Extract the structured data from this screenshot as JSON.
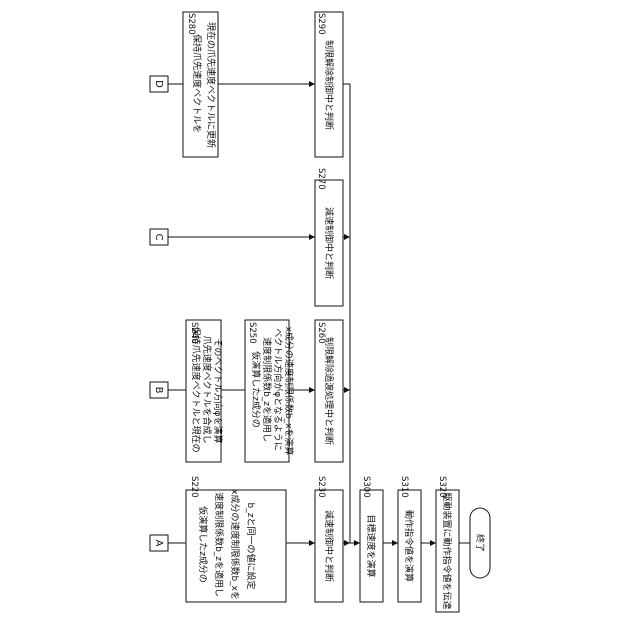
{
  "connectors": {
    "A": "A",
    "B": "B",
    "C": "C",
    "D": "D"
  },
  "steps": {
    "s220": {
      "label": "S220",
      "lines": [
        "仮演算したz成分の",
        "速度制限係数b_zを適用し",
        "x成分の速度制限係数b_xを",
        "b_zと同一の値に設定"
      ]
    },
    "s230": {
      "label": "S230",
      "lines": [
        "減速制御中と判断"
      ]
    },
    "s240": {
      "label": "S240",
      "lines": [
        "保持爪先速度ベクトルと現在の",
        "爪先速度ベクトルを合成し",
        "そのベクトル方向φを演算"
      ]
    },
    "s250": {
      "label": "S250",
      "lines": [
        "仮演算したz成分の",
        "速度制限係数b_zを適用し",
        "ベクトル方向がφとなるように",
        "x成分の速度制限係数b_xを演算"
      ]
    },
    "s260": {
      "label": "S260",
      "lines": [
        "制限解除過渡処理中と判断"
      ]
    },
    "s270": {
      "label": "S270",
      "lines": [
        "減速制御中と判断"
      ]
    },
    "s280": {
      "label": "S280",
      "lines": [
        "保持爪先速度ベクトルを",
        "現在の爪先速度ベクトルに更新"
      ]
    },
    "s290": {
      "label": "S290",
      "lines": [
        "制限解除制御中と判断"
      ]
    },
    "s300": {
      "label": "S300",
      "lines": [
        "目標速度を演算"
      ]
    },
    "s310": {
      "label": "S310",
      "lines": [
        "動作指令値を演算"
      ]
    },
    "s320": {
      "label": "S320",
      "lines": [
        "駆動装置に動作指令値を伝達"
      ]
    },
    "end": {
      "lines": [
        "終了"
      ]
    }
  }
}
